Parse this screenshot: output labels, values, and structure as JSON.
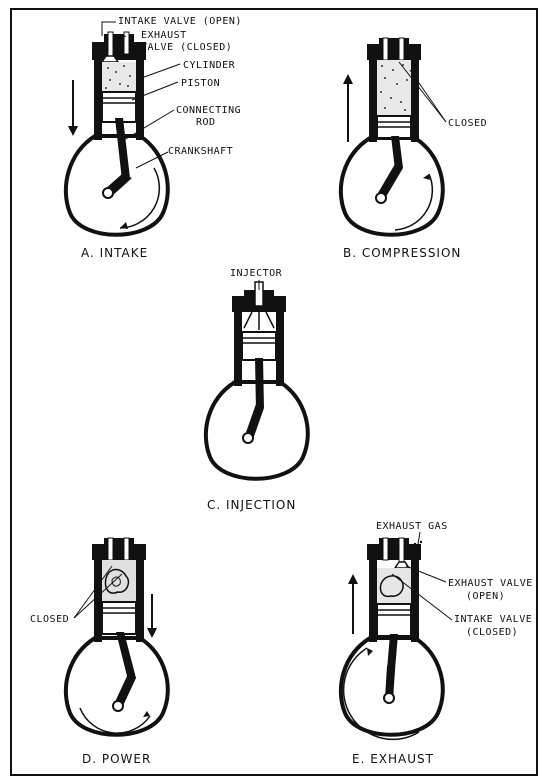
{
  "panels": {
    "a": {
      "caption": "A. INTAKE",
      "labels": {
        "intake_valve": "INTAKE VALVE (OPEN)",
        "exhaust_valve_1": "EXHAUST",
        "exhaust_valve_2": "VALVE (CLOSED)",
        "cylinder": "CYLINDER",
        "piston": "PISTON",
        "connecting_rod_1": "CONNECTING",
        "connecting_rod_2": "ROD",
        "crankshaft": "CRANKSHAFT"
      }
    },
    "b": {
      "caption": "B. COMPRESSION",
      "labels": {
        "closed": "CLOSED"
      }
    },
    "c": {
      "caption": "C. INJECTION",
      "labels": {
        "injector": "INJECTOR"
      }
    },
    "d": {
      "caption": "D. POWER",
      "labels": {
        "closed": "CLOSED"
      }
    },
    "e": {
      "caption": "E. EXHAUST",
      "labels": {
        "exhaust_gas": "EXHAUST GAS",
        "exhaust_valve_1": "EXHAUST VALVE",
        "exhaust_valve_2": "(OPEN)",
        "intake_valve_1": "INTAKE VALVE",
        "intake_valve_2": "(CLOSED)"
      }
    }
  },
  "colors": {
    "ink": "#111111",
    "paper": "#ffffff"
  }
}
